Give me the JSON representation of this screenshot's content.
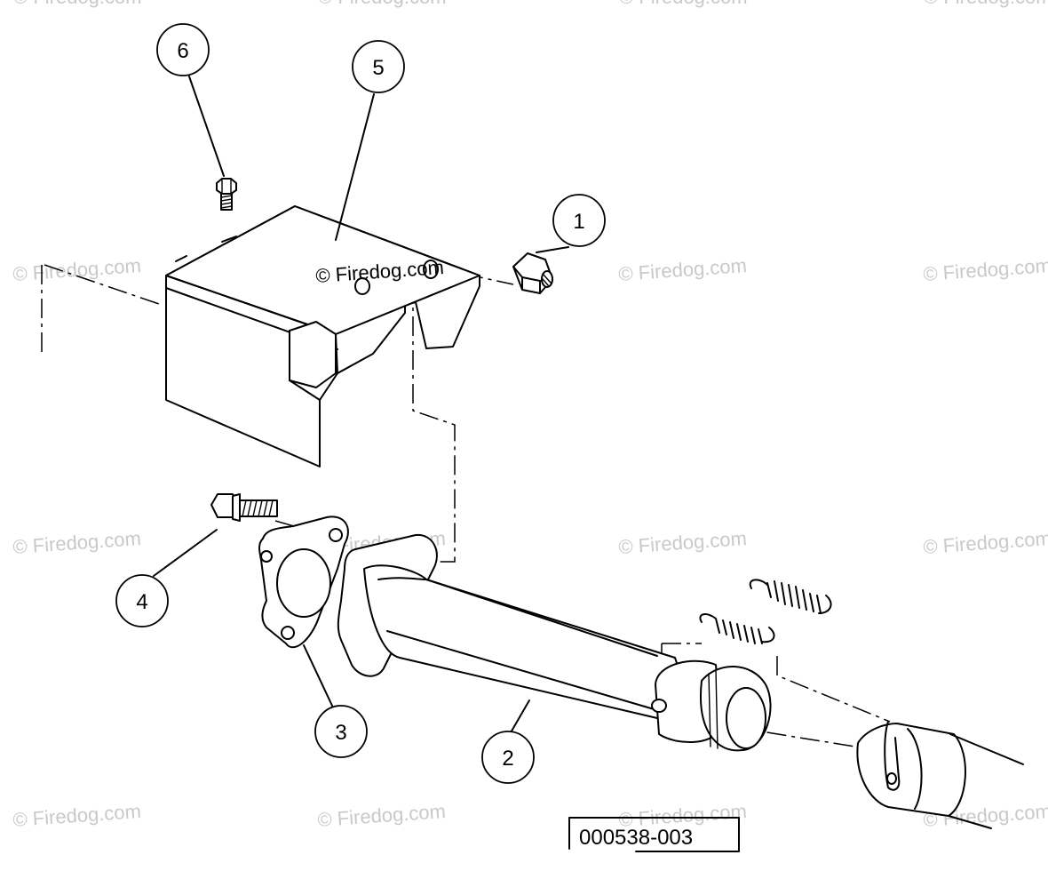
{
  "watermark": "© Firedog.com",
  "copyright_label": "© Firedog.com",
  "reference_number": "000538-003",
  "callouts": [
    {
      "label": "1",
      "part": "hex-nut"
    },
    {
      "label": "2",
      "part": "exhaust-pipe"
    },
    {
      "label": "3",
      "part": "gasket"
    },
    {
      "label": "4",
      "part": "flange-bolt"
    },
    {
      "label": "5",
      "part": "heat-shield"
    },
    {
      "label": "6",
      "part": "shield-bolt"
    }
  ]
}
